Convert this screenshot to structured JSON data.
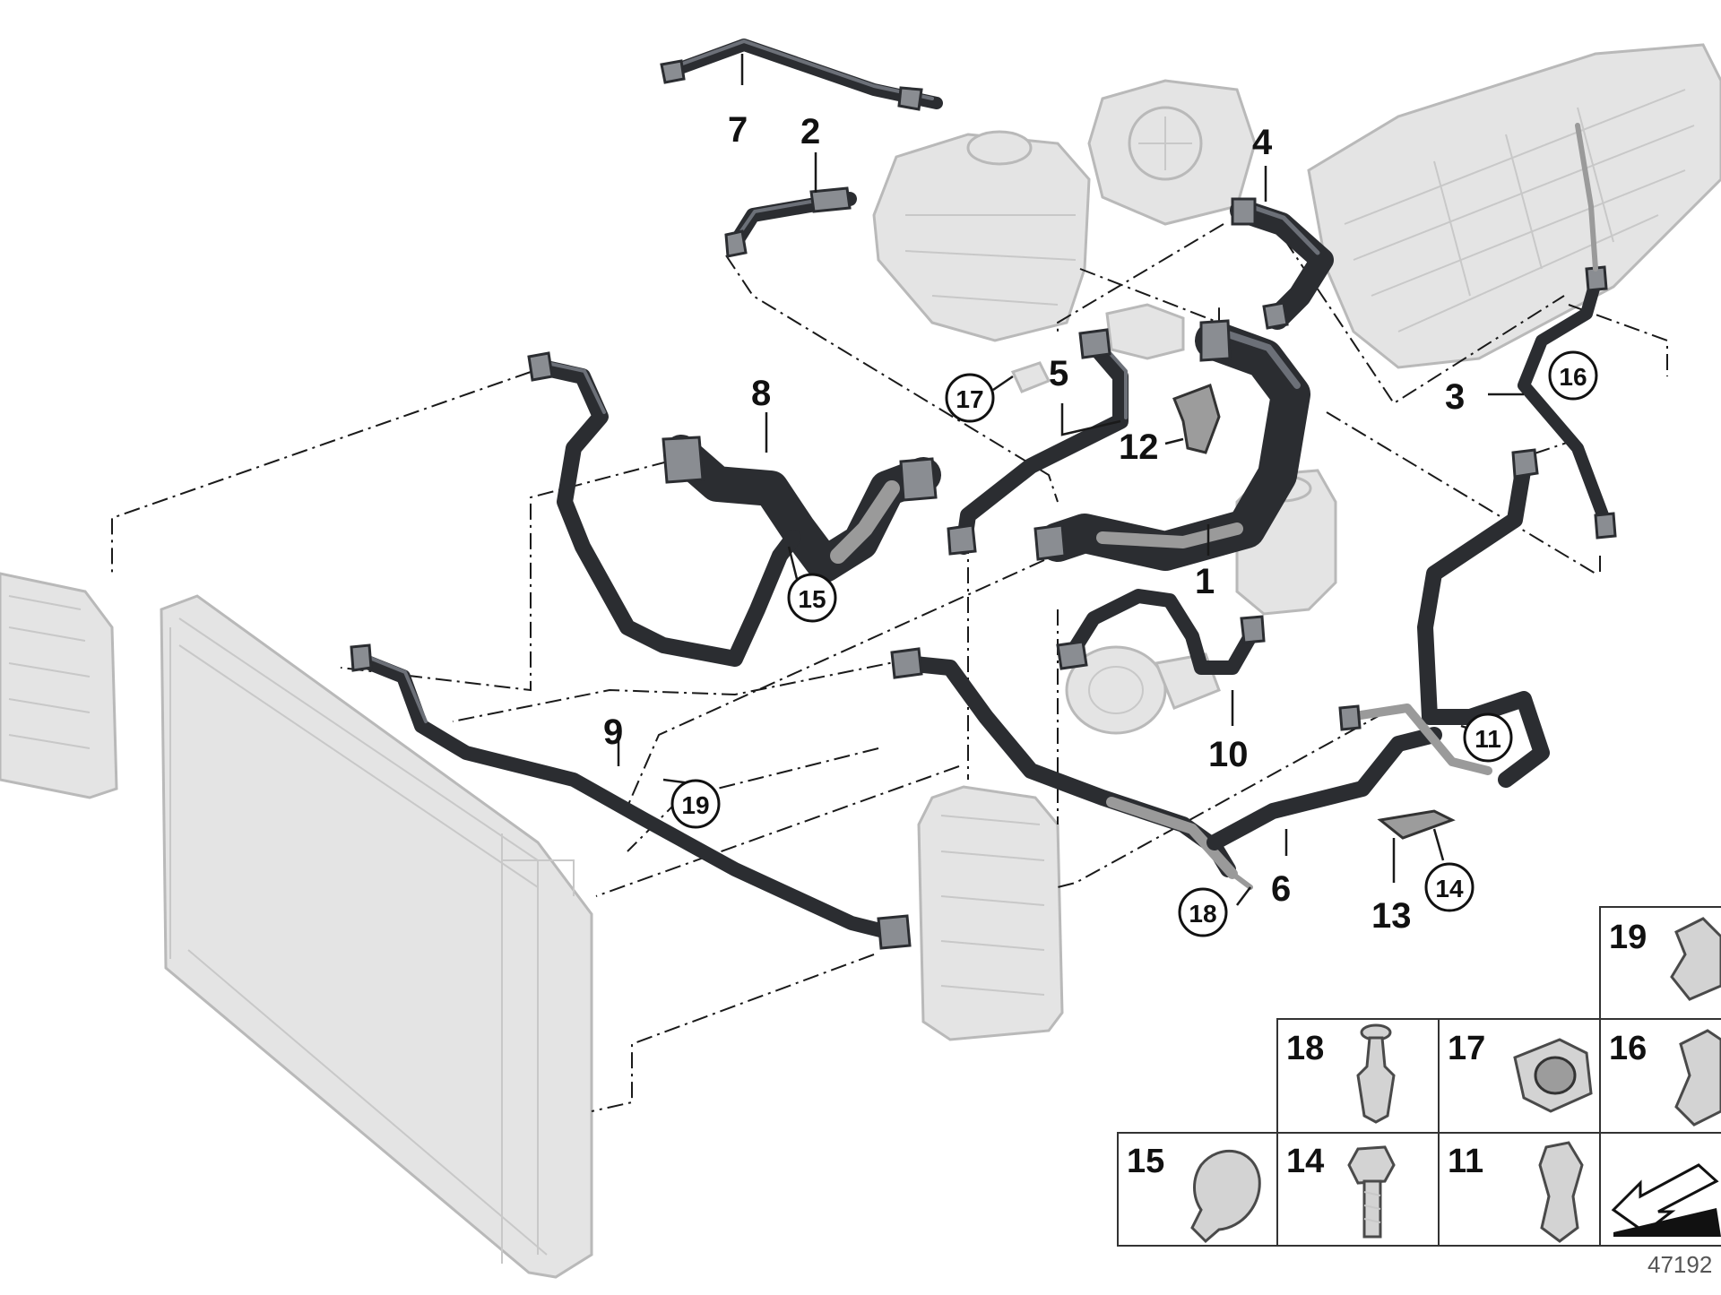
{
  "diagram": {
    "drawing_number": "47192",
    "labels": {
      "l1": "1",
      "l2": "2",
      "l3": "3",
      "l4": "4",
      "l5": "5",
      "l6": "6",
      "l7": "7",
      "l8": "8",
      "l9": "9",
      "l10": "10",
      "l12": "12",
      "l13": "13"
    },
    "callouts": {
      "c11": "11",
      "c14": "14",
      "c15": "15",
      "c16": "16",
      "c17": "17",
      "c18": "18",
      "c19": "19"
    },
    "legend": {
      "p19": "19",
      "p18": "18",
      "p17": "17",
      "p16": "16",
      "p15": "15",
      "p14": "14",
      "p11": "11"
    }
  },
  "colors": {
    "hose": "#2b2d31",
    "component": "#e4e4e4",
    "outline": "#111111"
  }
}
